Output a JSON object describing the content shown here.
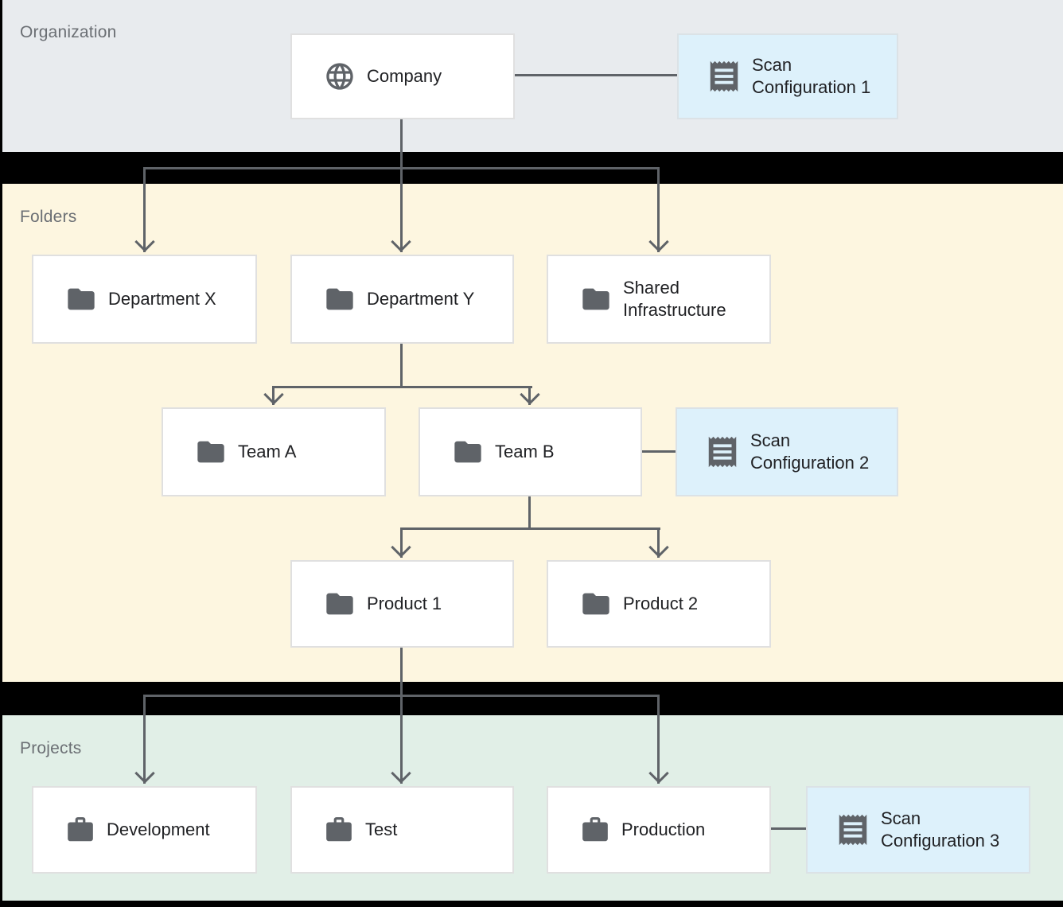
{
  "sections": {
    "organization": {
      "label": "Organization",
      "color": "#e8ebee"
    },
    "folders": {
      "label": "Folders",
      "color": "#fdf6e0"
    },
    "projects": {
      "label": "Projects",
      "color": "#e1efe7"
    }
  },
  "nodes": {
    "company": {
      "label": "Company",
      "icon": "globe-icon",
      "section": "organization"
    },
    "scan_config_1": {
      "label": "Scan Configuration 1",
      "icon": "receipt-icon",
      "section": "organization"
    },
    "department_x": {
      "label": "Department X",
      "icon": "folder-icon",
      "section": "folders"
    },
    "department_y": {
      "label": "Department Y",
      "icon": "folder-icon",
      "section": "folders"
    },
    "shared_infrastructure": {
      "label": "Shared Infrastructure",
      "icon": "folder-icon",
      "section": "folders"
    },
    "team_a": {
      "label": "Team A",
      "icon": "folder-icon",
      "section": "folders"
    },
    "team_b": {
      "label": "Team B",
      "icon": "folder-icon",
      "section": "folders"
    },
    "scan_config_2": {
      "label": "Scan Configuration 2",
      "icon": "receipt-icon",
      "section": "folders"
    },
    "product_1": {
      "label": "Product 1",
      "icon": "folder-icon",
      "section": "folders"
    },
    "product_2": {
      "label": "Product 2",
      "icon": "folder-icon",
      "section": "folders"
    },
    "development": {
      "label": "Development",
      "icon": "briefcase-icon",
      "section": "projects"
    },
    "test": {
      "label": "Test",
      "icon": "briefcase-icon",
      "section": "projects"
    },
    "production": {
      "label": "Production",
      "icon": "briefcase-icon",
      "section": "projects"
    },
    "scan_config_3": {
      "label": "Scan Configuration 3",
      "icon": "receipt-icon",
      "section": "projects"
    }
  },
  "edges": [
    {
      "from": "company",
      "to": "scan_config_1",
      "type": "association"
    },
    {
      "from": "company",
      "to": "department_x",
      "type": "arrow"
    },
    {
      "from": "company",
      "to": "department_y",
      "type": "arrow"
    },
    {
      "from": "company",
      "to": "shared_infrastructure",
      "type": "arrow"
    },
    {
      "from": "department_y",
      "to": "team_a",
      "type": "arrow"
    },
    {
      "from": "department_y",
      "to": "team_b",
      "type": "arrow"
    },
    {
      "from": "team_b",
      "to": "scan_config_2",
      "type": "association"
    },
    {
      "from": "team_b",
      "to": "product_1",
      "type": "arrow"
    },
    {
      "from": "team_b",
      "to": "product_2",
      "type": "arrow"
    },
    {
      "from": "product_1",
      "to": "development",
      "type": "arrow"
    },
    {
      "from": "product_1",
      "to": "test",
      "type": "arrow"
    },
    {
      "from": "product_1",
      "to": "production",
      "type": "arrow"
    },
    {
      "from": "production",
      "to": "scan_config_3",
      "type": "association"
    }
  ],
  "colors": {
    "background": "#000000",
    "node_background": "#ffffff",
    "scan_node_background": "#ddf1fb",
    "node_border": "#e0e0e0",
    "connector": "#5f6368",
    "icon": "#5f6368",
    "label_text": "#202124",
    "section_label_text": "#6b6f74"
  }
}
